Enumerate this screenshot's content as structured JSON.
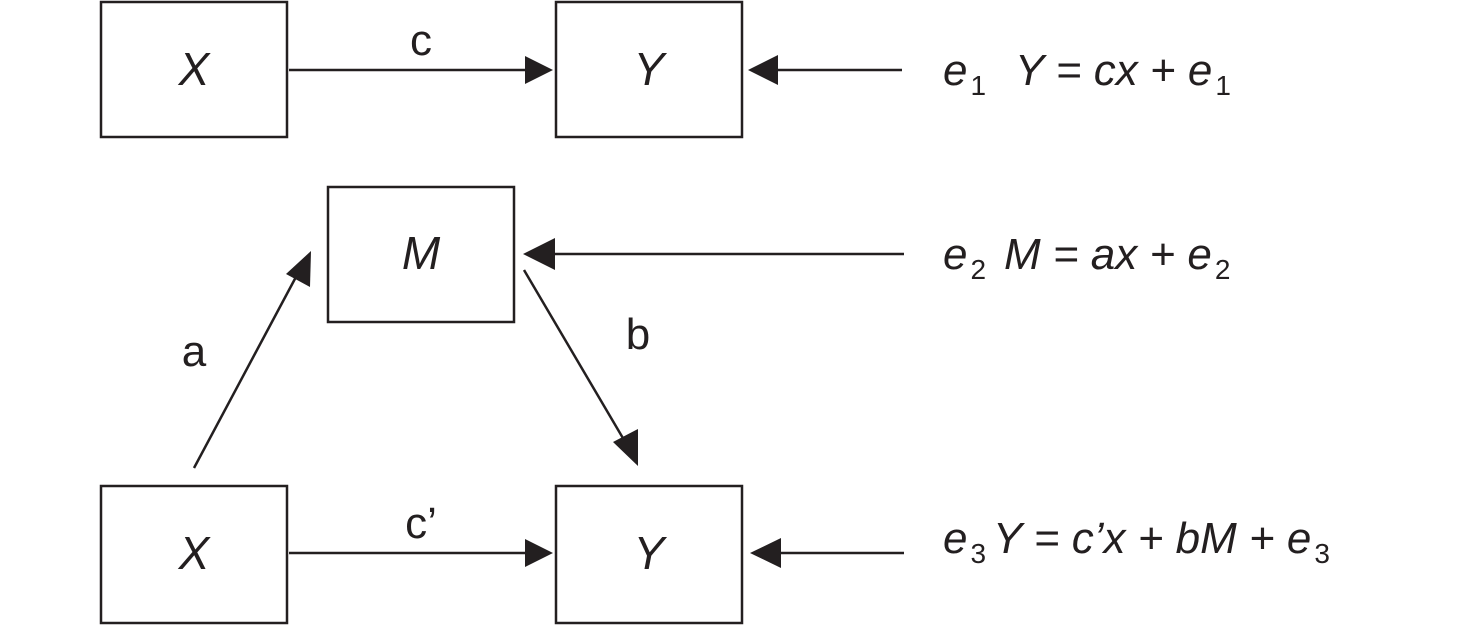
{
  "top": {
    "x_label": "X",
    "y_label": "Y",
    "path_c": "c",
    "error": {
      "base": "e",
      "sub": "1"
    },
    "equation": {
      "lhs": "Y = cx + e",
      "sub": "1"
    }
  },
  "bottom": {
    "m_label": "M",
    "x_label": "X",
    "y_label": "Y",
    "path_a": "a",
    "path_b": "b",
    "path_c_prime": "c’",
    "m_error": {
      "base": "e",
      "sub": "2"
    },
    "m_equation": {
      "lhs": "M = ax + e",
      "sub": "2"
    },
    "y_error": {
      "base": "e",
      "sub": "3"
    },
    "y_equation": {
      "lhs": "Y = c’x + bM + e",
      "sub": "3"
    }
  }
}
